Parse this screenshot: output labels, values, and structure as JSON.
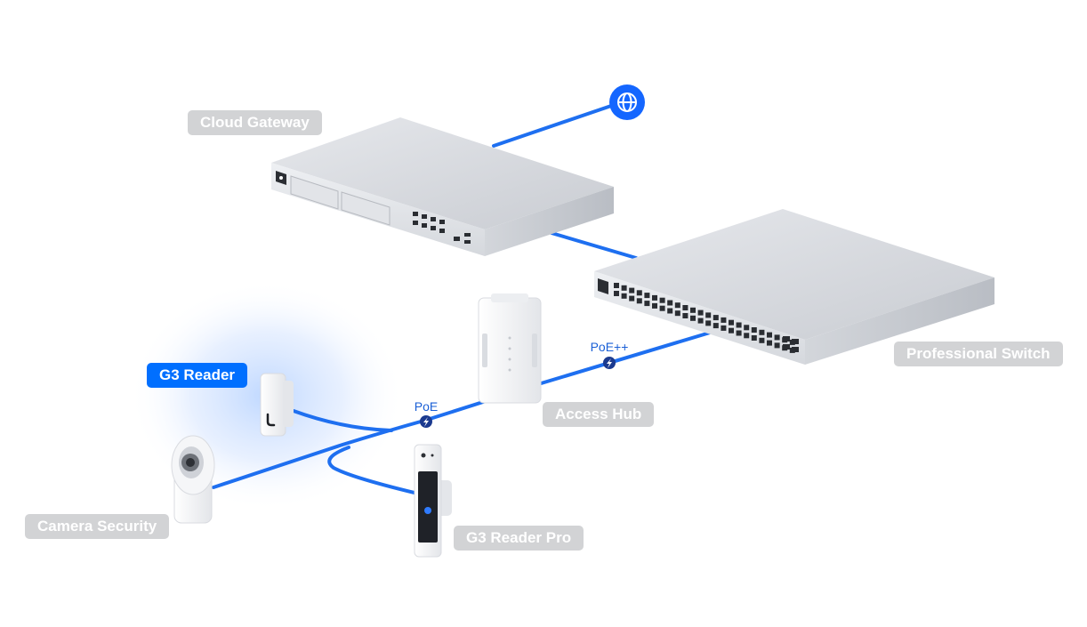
{
  "devices": {
    "cloud_gateway": "Cloud Gateway",
    "professional_switch": "Professional Switch",
    "access_hub": "Access Hub",
    "g3_reader": "G3 Reader",
    "camera_security": "Camera Security",
    "g3_reader_pro": "G3 Reader Pro"
  },
  "links": {
    "poe": "PoE",
    "poe_plus": "PoE++"
  },
  "colors": {
    "cable": "#1e6ff0",
    "active_label": "#006fff",
    "inactive_label": "#d2d3d5",
    "highlight_glow": "#bcd6ff"
  },
  "icons": [
    "globe-icon",
    "bolt-icon",
    "unifi-logo-icon"
  ]
}
